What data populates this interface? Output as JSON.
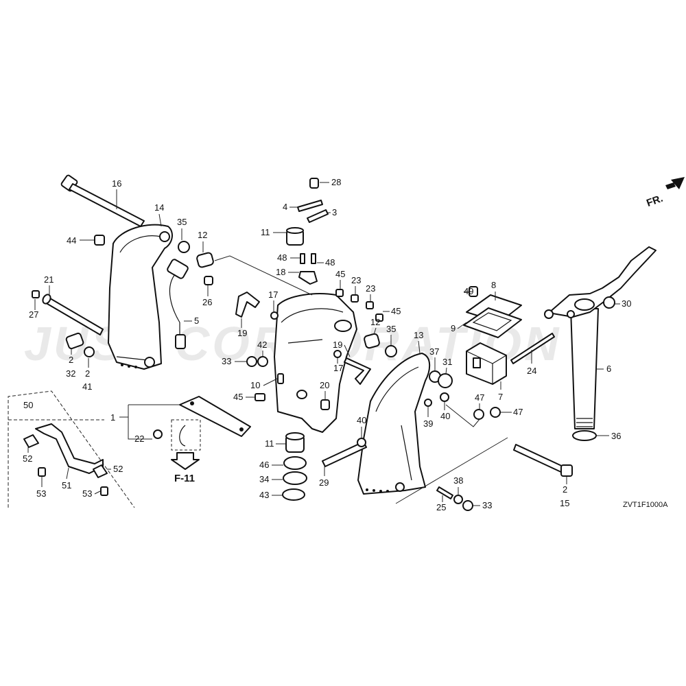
{
  "watermark": "JUSP CORPORATION",
  "direction_label": "FR.",
  "reference_label": "F-11",
  "diagram_code": "ZVT1F1000A",
  "callouts": {
    "c16": "16",
    "c14": "14",
    "c44": "44",
    "c35a": "35",
    "c12a": "12",
    "c21": "21",
    "c27": "27",
    "c26": "26",
    "c5": "5",
    "c2a": "2",
    "c32": "32",
    "c2b": "2",
    "c41": "41",
    "c28": "28",
    "c4": "4",
    "c3": "3",
    "c11a": "11",
    "c48a": "48",
    "c48b": "48",
    "c18": "18",
    "c45a": "45",
    "c23a": "23",
    "c23b": "23",
    "c17a": "17",
    "c19a": "19",
    "c45b": "45",
    "c12b": "12",
    "c35b": "35",
    "c42": "42",
    "c33a": "33",
    "c19b": "19",
    "c10": "10",
    "c17b": "17",
    "c20": "20",
    "c45c": "45",
    "c13": "13",
    "c37": "37",
    "c31": "31",
    "c49": "49",
    "c8": "8",
    "c9": "9",
    "c30": "30",
    "c24": "24",
    "c6": "6",
    "c7": "7",
    "c39": "39",
    "c40a": "40",
    "c47a": "47",
    "c47b": "47",
    "c40b": "40",
    "c36": "36",
    "c1": "1",
    "c22": "22",
    "c11b": "11",
    "c46": "46",
    "c34": "34",
    "c43": "43",
    "c29": "29",
    "c50": "50",
    "c52a": "52",
    "c52b": "52",
    "c51": "51",
    "c53a": "53",
    "c53b": "53",
    "c38": "38",
    "c25": "25",
    "c33b": "33",
    "c2c": "2",
    "c15": "15"
  }
}
